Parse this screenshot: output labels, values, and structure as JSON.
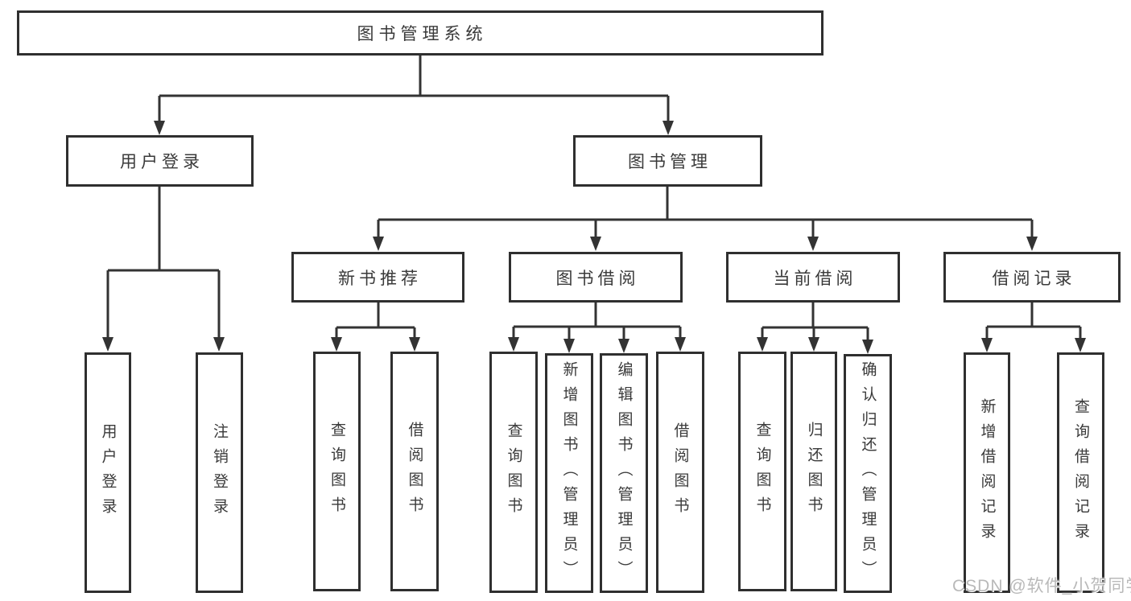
{
  "diagram": {
    "root": {
      "label": "图书管理系统"
    },
    "branches": {
      "user_login": {
        "label": "用户登录",
        "children": {
          "login": "用户登录",
          "logout": "注销登录"
        }
      },
      "book_management": {
        "label": "图书管理",
        "sections": {
          "new_book_recommend": {
            "label": "新书推荐",
            "children": {
              "query_books": "查询图书",
              "borrow_books": "借阅图书"
            }
          },
          "book_borrowing": {
            "label": "图书借阅",
            "children": {
              "query_books": "查询图书",
              "add_books_admin": "新增图书（管理员）",
              "edit_books_admin": "编辑图书（管理员）",
              "borrow_books": "借阅图书"
            }
          },
          "current_borrowing": {
            "label": "当前借阅",
            "children": {
              "query_books": "查询图书",
              "return_books": "归还图书",
              "confirm_return_admin": "确认归还（管理员）"
            }
          },
          "borrow_records": {
            "label": "借阅记录",
            "children": {
              "add_borrow_record": "新增借阅记录",
              "query_borrow_record": "查询借阅记录"
            }
          }
        }
      }
    }
  },
  "watermark": {
    "text": "CSDN @软件_小贺同学"
  },
  "colors": {
    "line": "#333333",
    "border": "#2f2f2f",
    "text": "#3a3a3a",
    "box_background": "#ffffff",
    "page_background": "#ffffff",
    "watermark": "#b9b9b9"
  }
}
